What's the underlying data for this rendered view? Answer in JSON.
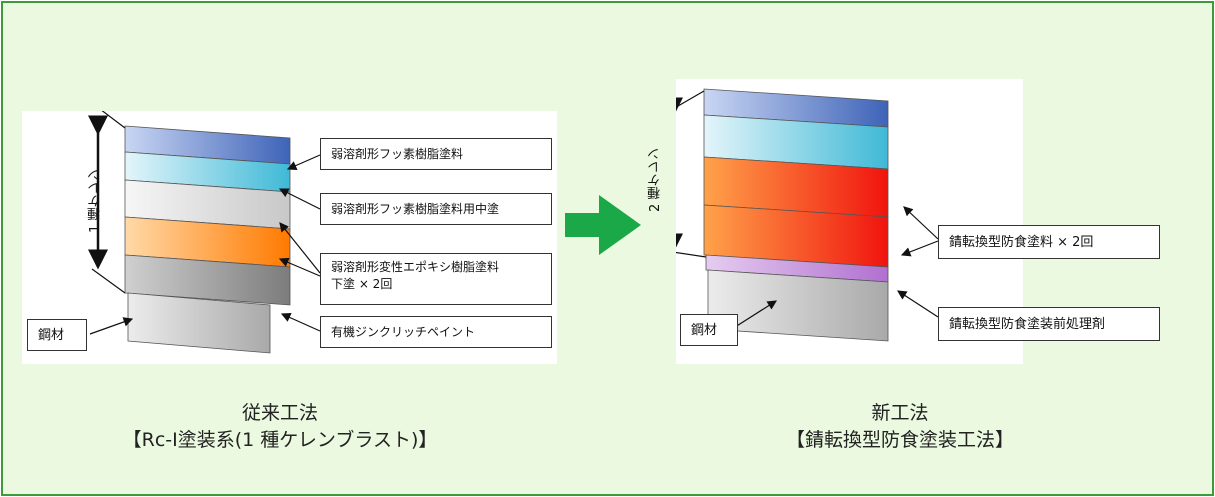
{
  "colors": {
    "background": "#eaf9df",
    "border": "#3f9a3a",
    "arrow": "#1aa848",
    "fluorine_topcoat": "#4f74c6",
    "fluorine_midcoat": "#59c7df",
    "epoxy": "#ff8a14",
    "zinc": "#a8a8a8",
    "steel": "#d4d4d4",
    "rust_conversion": "#f0281a",
    "pretreatment": "#c48ad8"
  },
  "left": {
    "dimension": "1 種ケレン",
    "labels": [
      "弱溶剤形フッ素樹脂塗料",
      "弱溶剤形フッ素樹脂塗料用中塗",
      "弱溶剤形変性エポキシ樹脂塗料",
      "下塗 × 2回",
      "有機ジンクリッチペイント"
    ],
    "steel": "鋼材",
    "caption_line1": "従来工法",
    "caption_line2": "【Rc-Ⅰ塗装系(1 種ケレンブラスト)】"
  },
  "right": {
    "dimension": "2 種ケレン",
    "labels": [
      "錆転換型防食塗料 × 2回",
      "錆転換型防食塗装前処理剤"
    ],
    "steel": "鋼材",
    "caption_line1": "新工法",
    "caption_line2": "【錆転換型防食塗装工法】"
  }
}
